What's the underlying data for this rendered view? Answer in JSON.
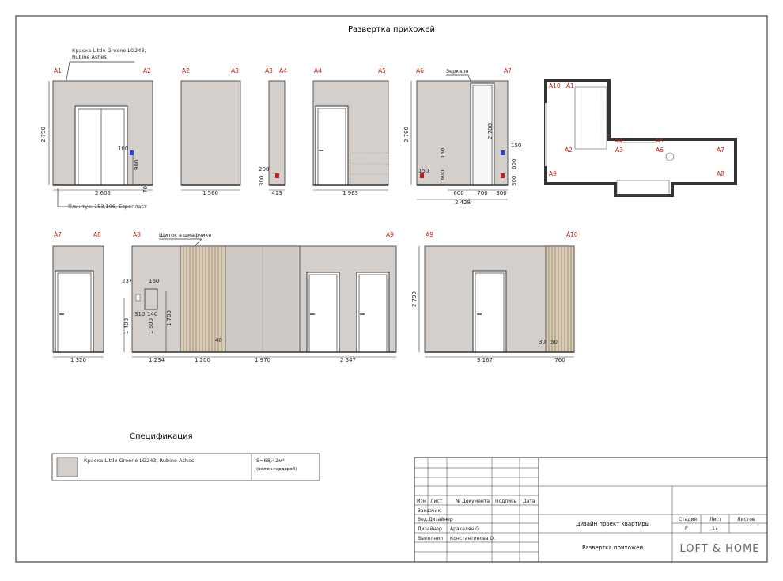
{
  "sheet_title": "Развертка прихожей",
  "spec_title": "Спецификация",
  "spec_item": "Краска Little Greene LG243, Rubine Ashes",
  "spec_area": "S=68,42м²",
  "spec_area_note": "(включ.гардероб)",
  "notes": {
    "paint_1": "Краска Little Greene LG243,",
    "paint_2": "Rubine Ashes",
    "plinth": "Плинтус: 153.106, Европласт",
    "mirror": "Зеркало",
    "panel": "Щиток в шкафчике"
  },
  "labels": {
    "a1": "A1",
    "a2": "A2",
    "a2b": "A2",
    "a3": "A3",
    "a3b": "A3",
    "a4": "A4",
    "a4b": "A4",
    "a5": "A5",
    "a6": "A6",
    "a7": "A7",
    "a7b": "A7",
    "a8": "A8",
    "a8b": "A8",
    "a9": "A9",
    "a9b": "A9",
    "a10": "A10"
  },
  "plan_labels": {
    "a10": "A10",
    "a1": "A1",
    "a2": "A2",
    "a3": "A3",
    "a4": "A4",
    "a5": "A5",
    "a6": "A6",
    "a7": "A7",
    "a8": "A8",
    "a9": "A9"
  },
  "dims": {
    "h2790a": "2 790",
    "h2790b": "2 790",
    "h2790c": "2 790",
    "w2605": "2 605",
    "w1560": "1 560",
    "w413": "413",
    "w1963": "1 963",
    "w600a": "600",
    "w700": "700",
    "w300a": "300",
    "w2428": "2 428",
    "d100": "100",
    "d900": "900",
    "d70": "70",
    "d200": "200",
    "d300": "300",
    "d150a": "150",
    "d150b": "150",
    "d600a": "600",
    "d2700": "2 700",
    "d150c": "150",
    "d600b": "600",
    "d300b": "300",
    "w1320": "1 320",
    "w1234": "1 234",
    "w1200": "1 200",
    "w1970": "1 970",
    "w2547": "2 547",
    "w3167": "3 167",
    "w760": "760",
    "d237": "237",
    "d160": "160",
    "d310": "310",
    "d140": "140",
    "d1400": "1 400",
    "d1600": "1 600",
    "d1700": "1 700",
    "d40": "40",
    "d30": "30",
    "d50": "50"
  },
  "title_block": {
    "h_izm": "Изм",
    "h_list": "Лист",
    "h_doc": "№ Документа",
    "h_sign": "Подпись",
    "h_date": "Дата",
    "r_client": "Заказчик",
    "r_exec": "Вед.Дизайнер",
    "r_designer": "Дизайнер",
    "r_done": "Выполнил",
    "n_designer": "Аракелян О.",
    "n_done": "Константинова О.",
    "project": "Дизайн проект квартиры",
    "sheet_name": "Развертка прихожей",
    "stage_h": "Стадия",
    "list_h": "Лист",
    "lists_h": "Листов",
    "stage": "Р",
    "list": "17",
    "lists": "",
    "brand": "LOFT & HOME"
  }
}
